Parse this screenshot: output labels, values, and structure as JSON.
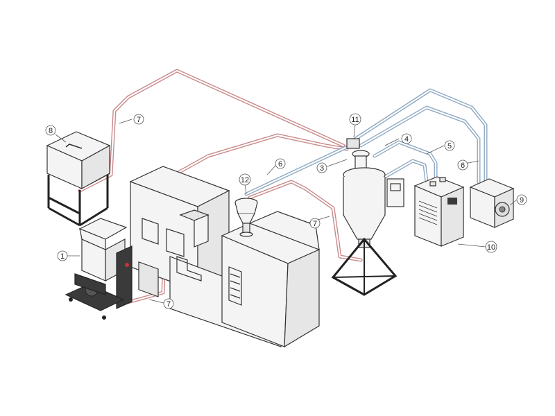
{
  "colors": {
    "background": "#ffffff",
    "red_pipe": "#c98a8a",
    "blue_pipe": "#8fa9c2",
    "line": "#333333",
    "machine_fill": "#f4f4f4"
  },
  "labels": {
    "l1": "1",
    "l3": "3",
    "l4": "4",
    "l5": "5",
    "l6a": "6",
    "l6b": "6",
    "l7a": "7",
    "l7b": "7",
    "l7c": "7",
    "l8": "8",
    "l9": "9",
    "l10": "10",
    "l11": "11",
    "l12": "12"
  }
}
